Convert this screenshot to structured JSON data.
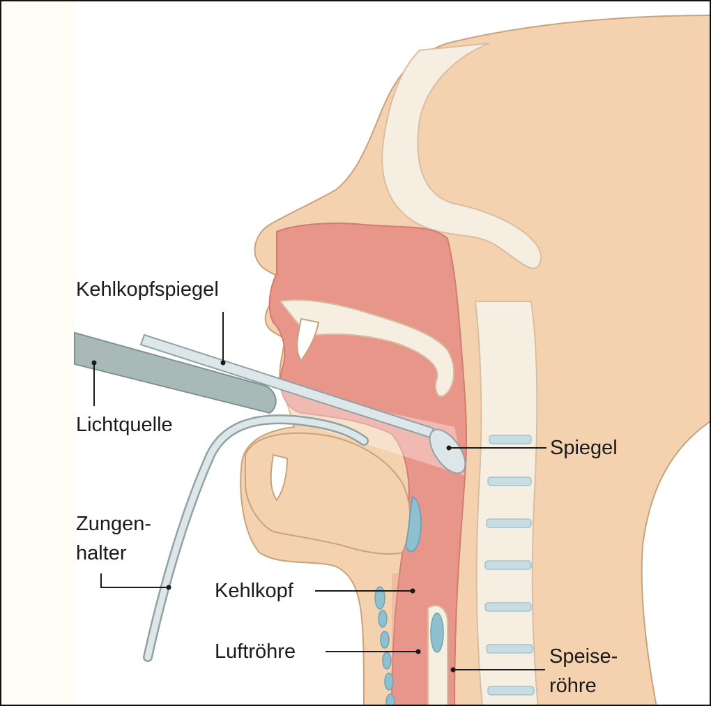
{
  "labels": {
    "kehlkopfspiegel": "Kehlkopfspiegel",
    "lichtquelle": "Lichtquelle",
    "zungenhalter_1": "Zungen-",
    "zungenhalter_2": "halter",
    "spiegel": "Spiegel",
    "kehlkopf": "Kehlkopf",
    "luftroehre": "Luftröhre",
    "speiseroehre_1": "Speise-",
    "speiseroehre_2": "röhre"
  },
  "colors": {
    "skin": "#f4d2b0",
    "skin_outline": "#c9a27c",
    "bone": "#f7eee2",
    "mucosa": "#e8958a",
    "mucosa_dark": "#d9736b",
    "cartilage": "#8fc0cf",
    "instrument": "#a9b9b8",
    "instrument_light": "#dde7e9"
  }
}
